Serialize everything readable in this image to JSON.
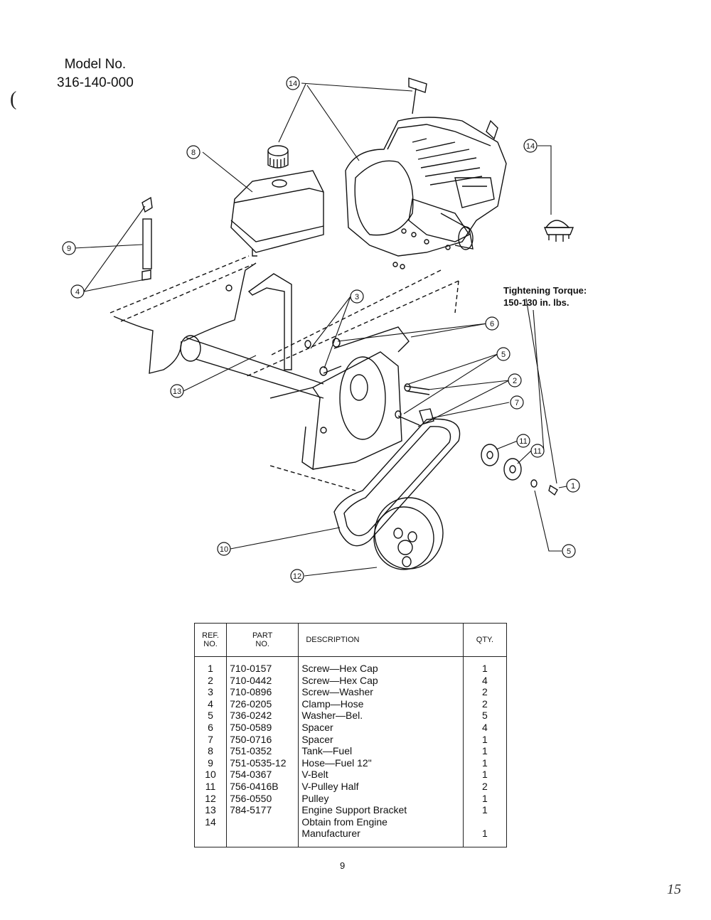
{
  "header": {
    "model_label": "Model No.",
    "model_number": "316-140-000"
  },
  "torque_note": {
    "line1": "Tightening Torque:",
    "line2": "150-130 in. lbs."
  },
  "callouts": [
    "14",
    "14",
    "8",
    "9",
    "4",
    "3",
    "13",
    "6",
    "5",
    "2",
    "7",
    "11",
    "11",
    "1",
    "5",
    "10",
    "12"
  ],
  "table": {
    "headers": {
      "ref_line1": "REF.",
      "ref_line2": "NO.",
      "part_line1": "PART",
      "part_line2": "NO.",
      "description": "DESCRIPTION",
      "qty": "QTY."
    },
    "rows": [
      {
        "ref": "1",
        "part": "710-0157",
        "desc": "Screw—Hex Cap",
        "qty": "1"
      },
      {
        "ref": "2",
        "part": "710-0442",
        "desc": "Screw—Hex Cap",
        "qty": "4"
      },
      {
        "ref": "3",
        "part": "710-0896",
        "desc": "Screw—Washer",
        "qty": "2"
      },
      {
        "ref": "4",
        "part": "726-0205",
        "desc": "Clamp—Hose",
        "qty": "2"
      },
      {
        "ref": "5",
        "part": "736-0242",
        "desc": "Washer—Bel.",
        "qty": "5"
      },
      {
        "ref": "6",
        "part": "750-0589",
        "desc": "Spacer",
        "qty": "4"
      },
      {
        "ref": "7",
        "part": "750-0716",
        "desc": "Spacer",
        "qty": "1"
      },
      {
        "ref": "8",
        "part": "751-0352",
        "desc": "Tank—Fuel",
        "qty": "1"
      },
      {
        "ref": "9",
        "part": "751-0535-12",
        "desc": "Hose—Fuel 12\"",
        "qty": "1"
      },
      {
        "ref": "10",
        "part": "754-0367",
        "desc": "V-Belt",
        "qty": "1"
      },
      {
        "ref": "11",
        "part": "756-0416B",
        "desc": "V-Pulley Half",
        "qty": "2"
      },
      {
        "ref": "12",
        "part": "756-0550",
        "desc": "Pulley",
        "qty": "1"
      },
      {
        "ref": "13",
        "part": "784-5177",
        "desc": "Engine Support Bracket",
        "qty": "1"
      },
      {
        "ref": "14",
        "part": "",
        "desc": "Obtain from Engine",
        "qty": ""
      },
      {
        "ref": "",
        "part": "",
        "desc": "Manufacturer",
        "qty": "1"
      }
    ]
  },
  "footer": {
    "page_number": "9",
    "corner_mark": "15"
  }
}
